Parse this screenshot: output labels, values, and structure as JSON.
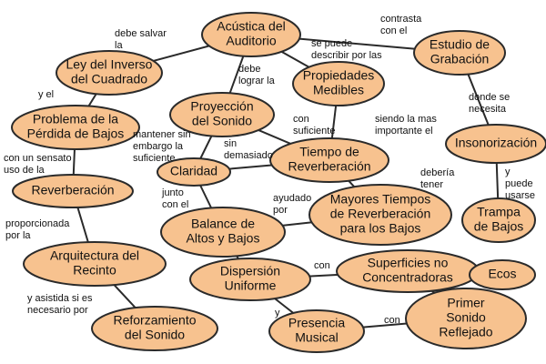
{
  "colors": {
    "node_fill": "#f7c28f",
    "stroke": "#2a2a2a",
    "text": "#111111"
  },
  "nodes": {
    "acustica": [
      "Acústica del",
      "Auditorio"
    ],
    "ley": [
      "Ley del Inverso",
      "del Cuadrado"
    ],
    "estudio": [
      "Estudio de",
      "Grabación"
    ],
    "proyeccion": [
      "Proyección",
      "del Sonido"
    ],
    "propiedades": [
      "Propiedades",
      "Medibles"
    ],
    "problema": [
      "Problema de la",
      "Pérdida de Bajos"
    ],
    "insonorizacion": [
      "Insonorización"
    ],
    "claridad": [
      "Claridad"
    ],
    "tiempo": [
      "Tiempo de",
      "Reverberación"
    ],
    "reverberacion": [
      "Reverberación"
    ],
    "mayores": [
      "Mayores Tiempos",
      "de Reverberación",
      "para los Bajos"
    ],
    "trampa": [
      "Trampa",
      "de Bajos"
    ],
    "balance": [
      "Balance de",
      "Altos y Bajos"
    ],
    "arquitectura": [
      "Arquitectura del",
      "Recinto"
    ],
    "dispersion": [
      "Dispersión",
      "Uniforme"
    ],
    "superficies": [
      "Superficies no",
      "Concentradoras"
    ],
    "ecos": [
      "Ecos"
    ],
    "primer": [
      "Primer",
      "Sonido",
      "Reflejado"
    ],
    "reforzamiento": [
      "Reforzamiento",
      "del Sonido"
    ],
    "presencia": [
      "Presencia",
      "Musical"
    ]
  },
  "edge_labels": {
    "debe_salvar": [
      "debe salvar",
      "la"
    ],
    "contrasta": [
      "contrasta",
      "con el"
    ],
    "se_puede": [
      "se puede",
      "describir por las"
    ],
    "debe_lograr": [
      "debe",
      "lograr la"
    ],
    "y_el": [
      "y el"
    ],
    "donde": [
      "donde se",
      "necesita"
    ],
    "con_suficiente": [
      "con",
      "suficiente"
    ],
    "siendo": [
      "siendo la mas",
      "importante el"
    ],
    "mantener": [
      "mantener sin",
      "embargo la",
      "suficiente"
    ],
    "sin_demasiado": [
      "sin",
      "demasiado"
    ],
    "con_sensato": [
      "con un sensato",
      "uso de la"
    ],
    "deberia": [
      "debería",
      "tener"
    ],
    "y_puede": [
      "y",
      "puede",
      "usarse"
    ],
    "junto": [
      "junto",
      "con el"
    ],
    "ayudado": [
      "ayudado",
      "por"
    ],
    "proporcionada": [
      "proporcionada",
      "por la"
    ],
    "con_sup": [
      "con"
    ],
    "asistida": [
      "y asistida si es",
      "necesario por"
    ],
    "y_pres": [
      "y"
    ],
    "con_pres": [
      "con"
    ]
  }
}
